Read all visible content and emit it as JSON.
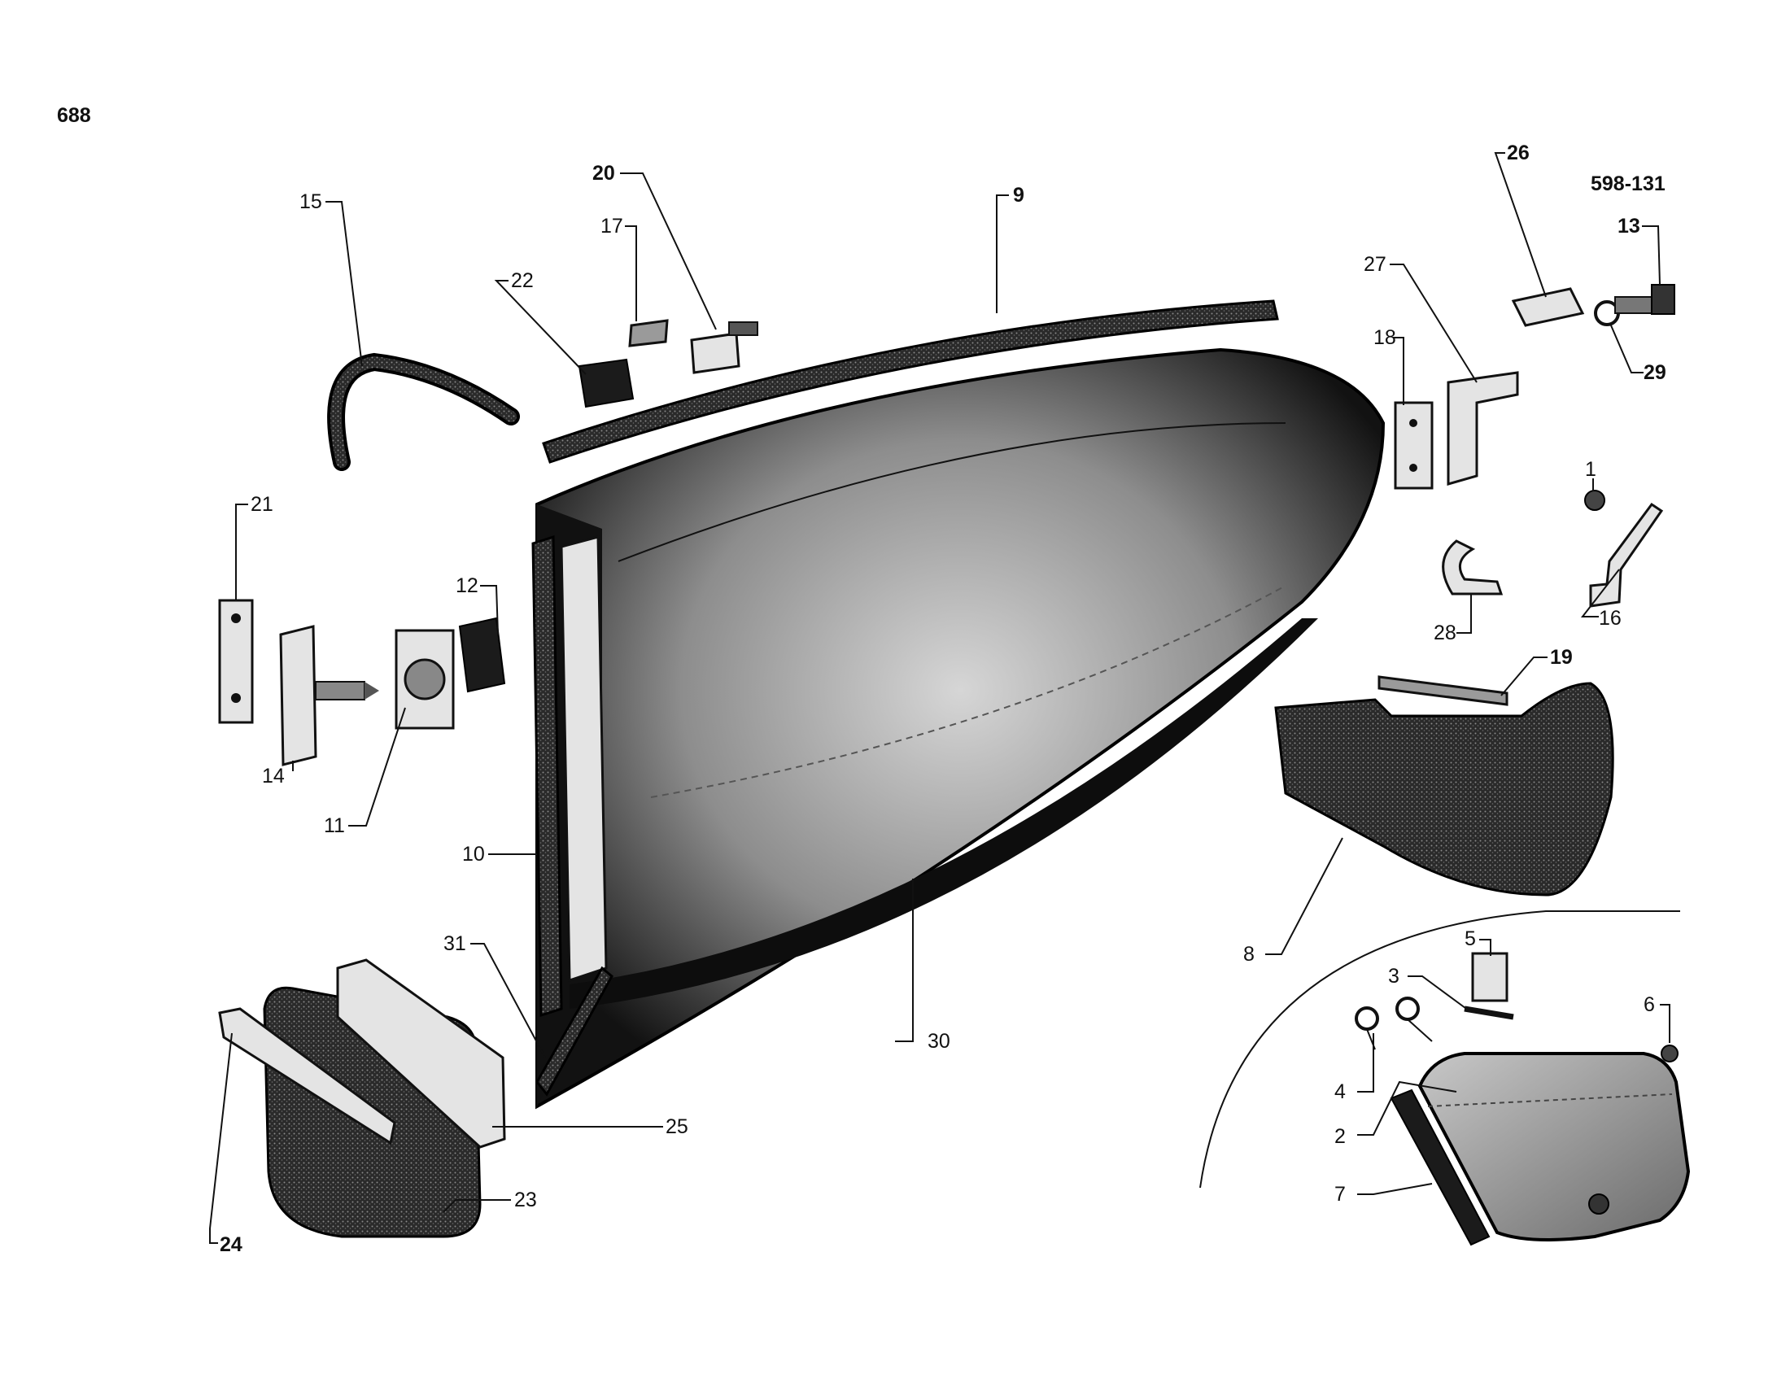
{
  "page_number": "688",
  "drawing_reference": "598-131",
  "callouts": [
    {
      "id": "c1",
      "text": "1"
    },
    {
      "id": "c2",
      "text": "2"
    },
    {
      "id": "c3",
      "text": "3"
    },
    {
      "id": "c4",
      "text": "4"
    },
    {
      "id": "c5",
      "text": "5"
    },
    {
      "id": "c6",
      "text": "6"
    },
    {
      "id": "c7",
      "text": "7"
    },
    {
      "id": "c8",
      "text": "8"
    },
    {
      "id": "c9",
      "text": "9"
    },
    {
      "id": "c10",
      "text": "10"
    },
    {
      "id": "c11",
      "text": "11"
    },
    {
      "id": "c12",
      "text": "12"
    },
    {
      "id": "c13",
      "text": "13"
    },
    {
      "id": "c14",
      "text": "14"
    },
    {
      "id": "c15",
      "text": "15"
    },
    {
      "id": "c16",
      "text": "16"
    },
    {
      "id": "c17",
      "text": "17"
    },
    {
      "id": "c18",
      "text": "18"
    },
    {
      "id": "c19",
      "text": "19"
    },
    {
      "id": "c20",
      "text": "20"
    },
    {
      "id": "c21",
      "text": "21"
    },
    {
      "id": "c22",
      "text": "22"
    },
    {
      "id": "c23",
      "text": "23"
    },
    {
      "id": "c24",
      "text": "24"
    },
    {
      "id": "c25",
      "text": "25"
    },
    {
      "id": "c26",
      "text": "26"
    },
    {
      "id": "c27",
      "text": "27"
    },
    {
      "id": "c28",
      "text": "28"
    },
    {
      "id": "c29",
      "text": "29"
    },
    {
      "id": "c30",
      "text": "30"
    },
    {
      "id": "c31",
      "text": "31"
    }
  ]
}
